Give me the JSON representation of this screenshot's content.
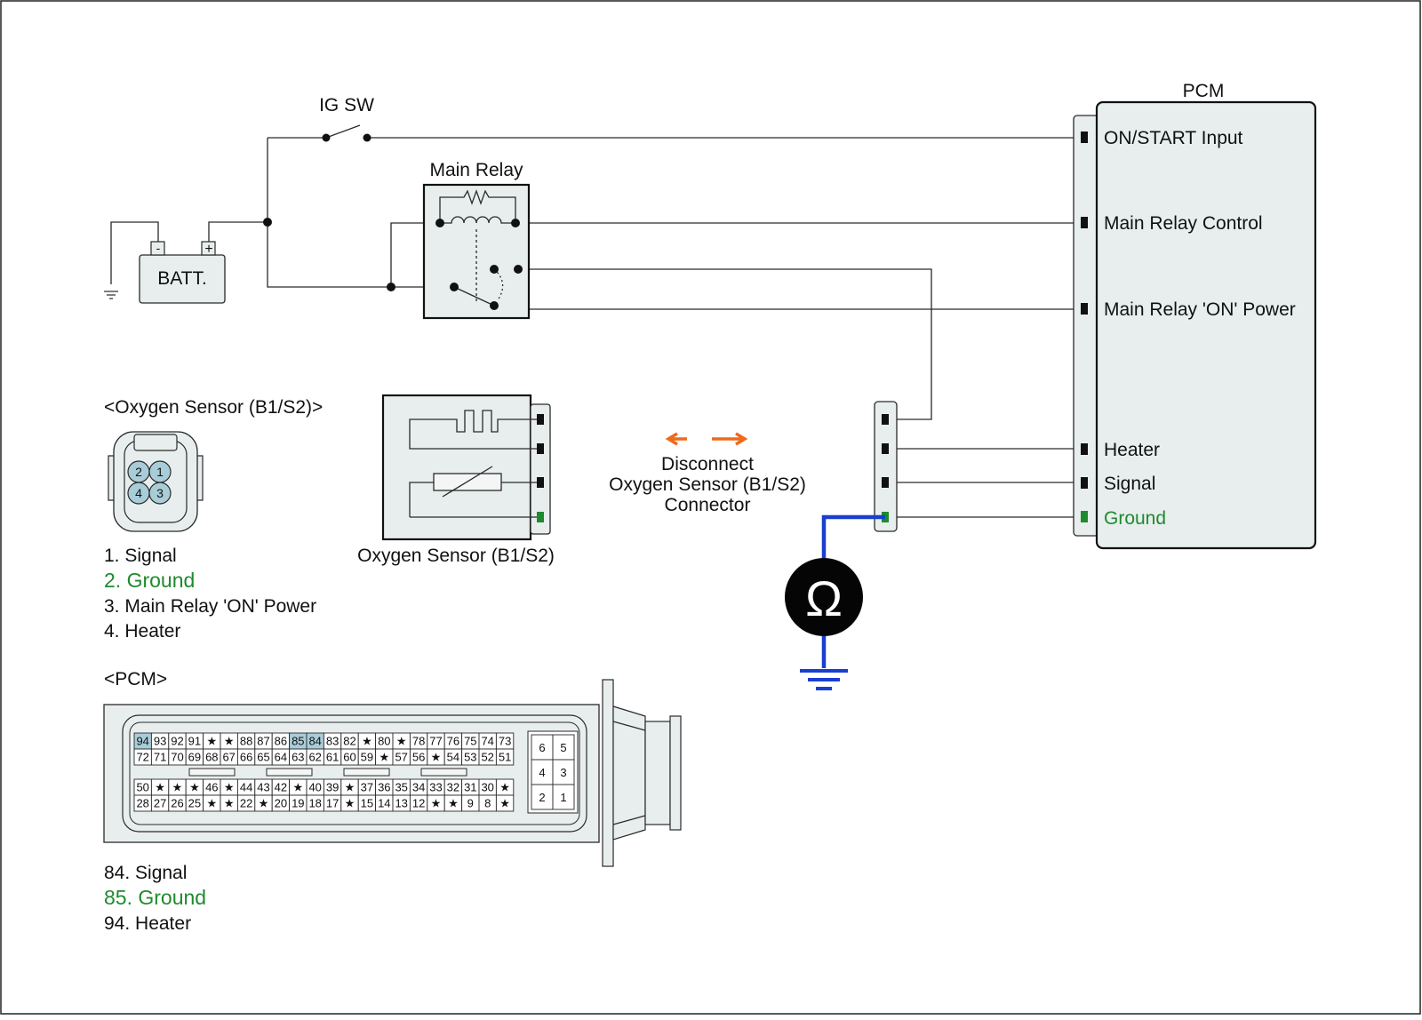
{
  "colors": {
    "wire": "#2a2a2a",
    "box_fill": "#e8eeee",
    "ground_green": "#1e8a2e",
    "probe_blue": "#1a3ecf",
    "arrow_orange": "#ee6a1c",
    "pin_highlight": "#a9cdd8"
  },
  "schematic": {
    "ig_sw": "IG SW",
    "batt": "BATT.",
    "batt_minus": "-",
    "batt_plus": "+",
    "main_relay": "Main Relay",
    "pcm_title": "PCM",
    "pcm_pins": {
      "on_start": "ON/START Input",
      "relay_control": "Main Relay Control",
      "relay_on_power": "Main Relay 'ON' Power",
      "heater": "Heater",
      "signal": "Signal",
      "ground": "Ground"
    },
    "disconnect": [
      "Disconnect",
      "Oxygen Sensor (B1/S2)",
      "Connector"
    ],
    "meter_icon": "ohm-meter-icon",
    "meter_symbol": "Ω"
  },
  "o2_connector": {
    "title": "<Oxygen Sensor (B1/S2)>",
    "pins": [
      "2",
      "1",
      "4",
      "3"
    ],
    "legend": [
      {
        "text": "1. Signal",
        "green": false
      },
      {
        "text": "2. Ground",
        "green": true
      },
      {
        "text": "3. Main Relay 'ON' Power",
        "green": false
      },
      {
        "text": "4. Heater",
        "green": false
      }
    ],
    "component_label": "Oxygen Sensor (B1/S2)"
  },
  "pcm_connector": {
    "title": "<PCM>",
    "row1": [
      "94",
      "93",
      "92",
      "91",
      "★",
      "★",
      "88",
      "87",
      "86",
      "85",
      "84",
      "83",
      "82",
      "★",
      "80",
      "★",
      "78",
      "77",
      "76",
      "75",
      "74",
      "73"
    ],
    "row2": [
      "72",
      "71",
      "70",
      "69",
      "68",
      "67",
      "66",
      "65",
      "64",
      "63",
      "62",
      "61",
      "60",
      "59",
      "★",
      "57",
      "56",
      "★",
      "54",
      "53",
      "52",
      "51"
    ],
    "row3": [
      "50",
      "★",
      "★",
      "★",
      "46",
      "★",
      "44",
      "43",
      "42",
      "★",
      "40",
      "39",
      "★",
      "37",
      "36",
      "35",
      "34",
      "33",
      "32",
      "31",
      "30",
      "★"
    ],
    "row4": [
      "28",
      "27",
      "26",
      "25",
      "★",
      "★",
      "22",
      "★",
      "20",
      "19",
      "18",
      "17",
      "★",
      "15",
      "14",
      "13",
      "12",
      "★",
      "★",
      "9",
      "8",
      "★"
    ],
    "small_block": [
      "6",
      "5",
      "4",
      "3",
      "2",
      "1"
    ],
    "highlighted": [
      "94",
      "85",
      "84"
    ],
    "legend": [
      {
        "text": "84. Signal",
        "green": false
      },
      {
        "text": "85. Ground",
        "green": true
      },
      {
        "text": "94. Heater",
        "green": false
      }
    ]
  }
}
